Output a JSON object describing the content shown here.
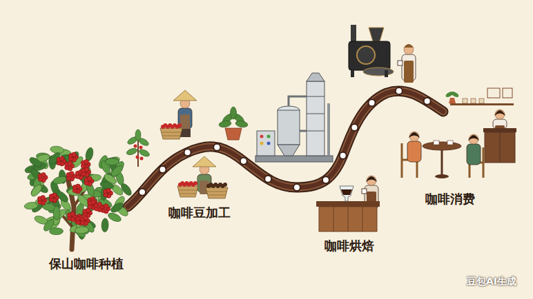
{
  "diagram": {
    "labels": [
      "保山咖啡种植",
      "咖啡豆加工",
      "咖啡烘焙",
      "咖啡消费",
      "豆包AI生成"
    ]
  }
}
